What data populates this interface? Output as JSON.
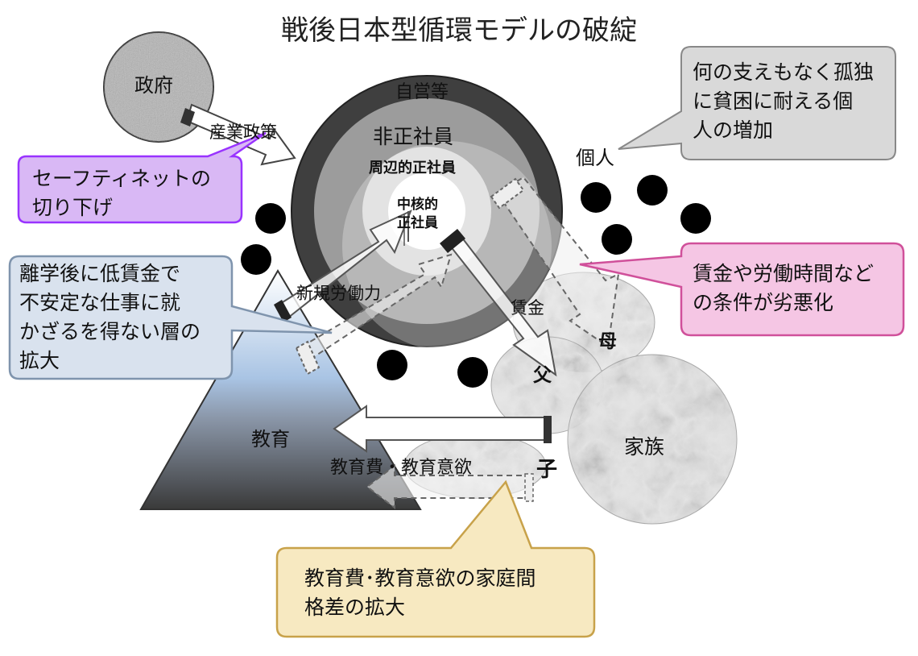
{
  "title": "戦後日本型循環モデルの破綻",
  "nodes": {
    "government": "政府",
    "self_employed": "自営等",
    "non_regular": "非正社員",
    "peripheral": "周辺的正社員",
    "core_line1": "中核的",
    "core_line2": "正社員",
    "individuals": "個人",
    "mother": "母",
    "father": "父",
    "child": "子",
    "family": "家族",
    "education": "教育"
  },
  "flows": {
    "industrial_policy": "産業政策",
    "new_labor": "新規労働力",
    "wages": "賃金",
    "education_costs": "教育費・教育意欲"
  },
  "callouts": {
    "safety_net": {
      "line1": "セーフティネットの",
      "line2": "切り下げ"
    },
    "individual": {
      "line1": "何の支えもなく孤独",
      "line2": "に貧困に耐える個",
      "line3": "人の増加"
    },
    "conditions": {
      "line1": "賃金や労働時間など",
      "line2": "の条件が劣悪化"
    },
    "youth": {
      "line1": "離学後に低賃金で",
      "line2": "不安定な仕事に就",
      "line3": "かざるを得ない層の",
      "line4": "拡大"
    },
    "gap": {
      "line1": "教育費･教育意欲の家庭間",
      "line2": "格差の拡大"
    }
  },
  "colors": {
    "callout_purple_fill": "#d9b8f5",
    "callout_purple_stroke": "#9933ff",
    "callout_gray_fill": "#d9d9d9",
    "callout_pink_fill": "#f5c6e4",
    "callout_pink_stroke": "#d0509a",
    "callout_blue_fill": "#d9e2ee",
    "callout_blue_stroke": "#7f94ad",
    "callout_yellow_fill": "#f7e9c1",
    "callout_yellow_stroke": "#c8a24a"
  }
}
